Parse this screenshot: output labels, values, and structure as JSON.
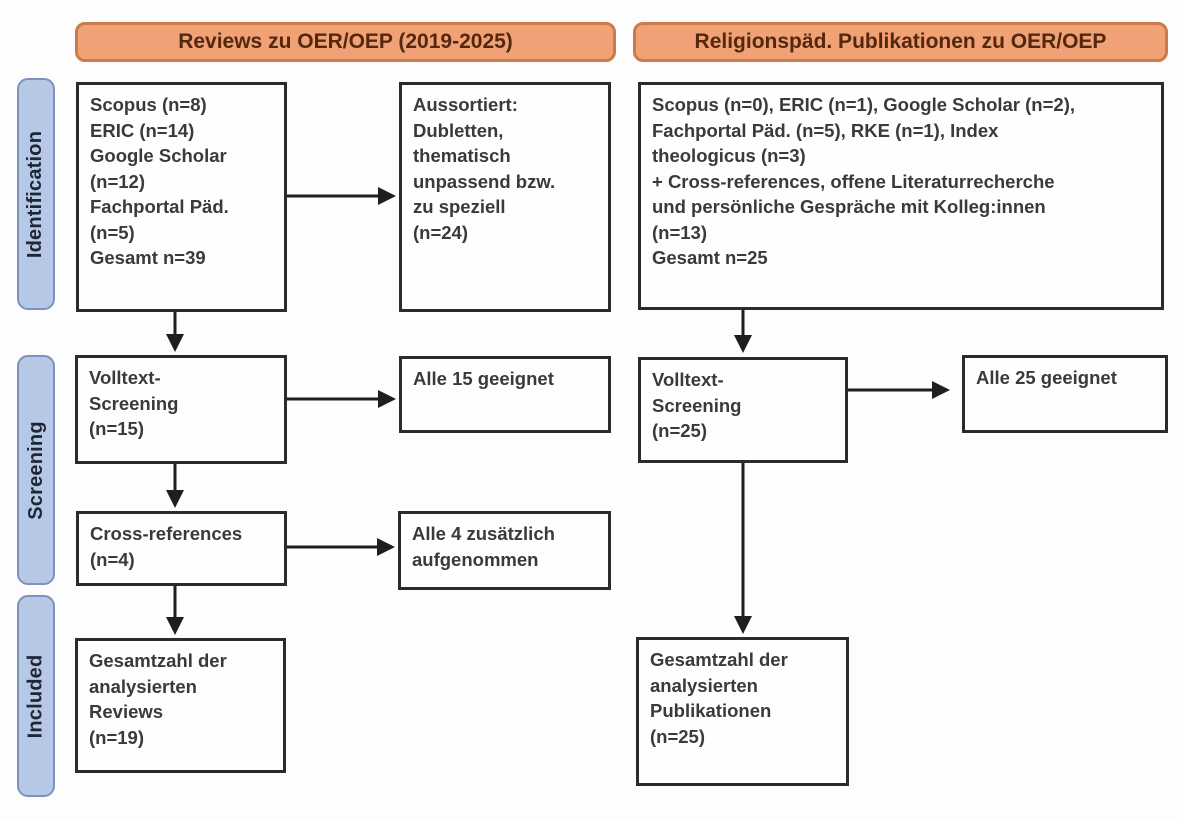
{
  "colors": {
    "page-bg": "#fdfdfd",
    "header-fill": "#f0a175",
    "header-border": "#cd7a4d",
    "header-text": "#54280f",
    "stage-fill": "#b6c8e6",
    "stage-border": "#7e93bc",
    "stage-text": "#1d2737",
    "box-border": "#2b2b2b",
    "box-text": "#3a3a3a",
    "arrow": "#1e1e1e"
  },
  "headers": {
    "reviews": {
      "label": "Reviews zu OER/OEP (2019-2025)"
    },
    "religionspaed": {
      "label": "Religionspäd. Publikationen zu OER/OEP"
    }
  },
  "stages": {
    "identification": {
      "label": "Identification"
    },
    "screening": {
      "label": "Screening"
    },
    "included": {
      "label": "Included"
    }
  },
  "boxes": {
    "left_sources": {
      "text": "Scopus (n=8)\nERIC (n=14)\nGoogle Scholar\n(n=12)\nFachportal Päd.\n(n=5)\nGesamt n=39"
    },
    "left_excluded": {
      "text": "Aussortiert:\nDubletten,\nthematisch\nunpassend bzw.\nzu speziell\n(n=24)"
    },
    "right_sources": {
      "text": "Scopus (n=0), ERIC (n=1), Google Scholar (n=2),\nFachportal Päd. (n=5), RKE (n=1), Index\ntheologicus (n=3)\n+ Cross-references, offene Literaturrecherche\nund persönliche Gespräche mit Kolleg:innen\n(n=13)\nGesamt n=25"
    },
    "left_fulltext": {
      "text": "Volltext-\nScreening\n(n=15)"
    },
    "left_eligible": {
      "text": "Alle 15 geeignet"
    },
    "right_fulltext": {
      "text": "Volltext-\nScreening\n(n=25)"
    },
    "right_eligible": {
      "text": "Alle 25 geeignet"
    },
    "left_crossref": {
      "text": "Cross-references\n(n=4)"
    },
    "left_added": {
      "text": "Alle 4 zusätzlich\naufgenommen"
    },
    "left_total": {
      "text": "Gesamtzahl der\nanalysierten\nReviews\n(n=19)"
    },
    "right_total": {
      "text": "Gesamtzahl der\nanalysierten\nPublikationen\n(n=25)"
    }
  }
}
